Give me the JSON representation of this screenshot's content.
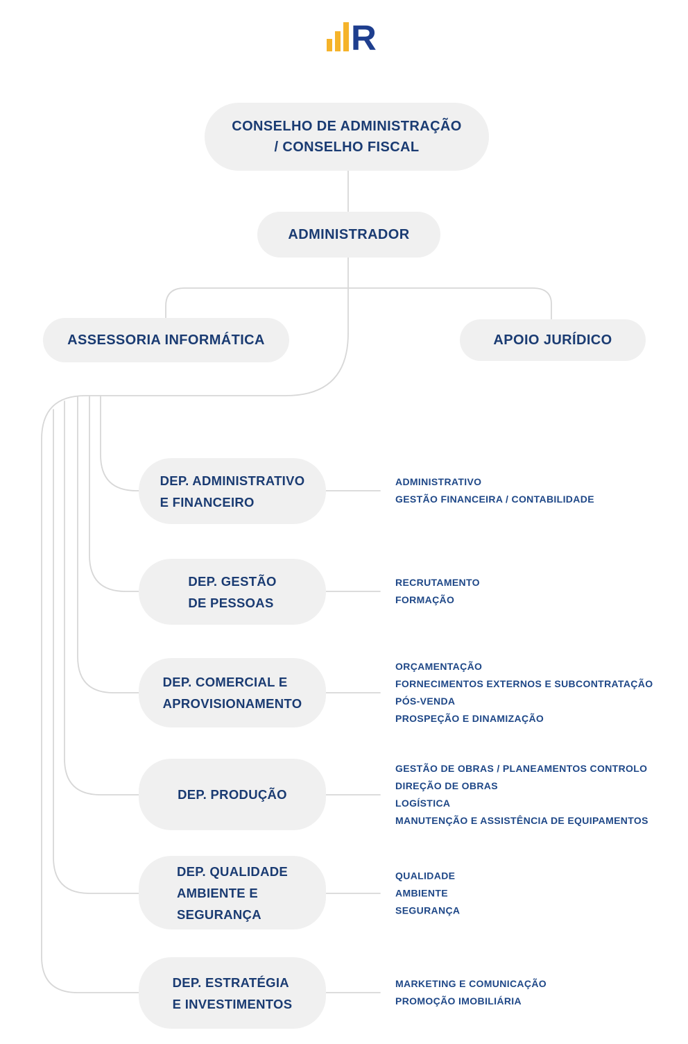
{
  "colors": {
    "box_fill": "#F0F0F0",
    "line_gray": "#D7D7D7",
    "title_navy": "#1A3B72",
    "item_blue": "#1E4787",
    "logo_gold": "#F5B32A",
    "logo_blue": "#1E3E8E"
  },
  "logo": {
    "letter": "R",
    "icon": "bar-chart-logo"
  },
  "nodes": {
    "board": {
      "label": "CONSELHO DE ADMINISTRAÇÃO\n/ CONSELHO FISCAL"
    },
    "administrator": {
      "label": "ADMINISTRADOR"
    },
    "it_advisory": {
      "label": "ASSESSORIA INFORMÁTICA"
    },
    "legal_support": {
      "label": "APOIO JURÍDICO"
    }
  },
  "departments": [
    {
      "title": "DEP. ADMINISTRATIVO\nE FINANCEIRO",
      "items": [
        "ADMINISTRATIVO",
        "GESTÃO FINANCEIRA / CONTABILIDADE"
      ]
    },
    {
      "title": "DEP. GESTÃO\nDE PESSOAS",
      "items": [
        "RECRUTAMENTO",
        "FORMAÇÃO"
      ]
    },
    {
      "title": "DEP. COMERCIAL E\nAPROVISIONAMENTO",
      "items": [
        "ORÇAMENTAÇÃO",
        "FORNECIMENTOS EXTERNOS E SUBCONTRATAÇÃO",
        "PÓS-VENDA",
        "PROSPEÇÃO E DINAMIZAÇÃO"
      ]
    },
    {
      "title": "DEP. PRODUÇÃO",
      "items": [
        "GESTÃO DE OBRAS / PLANEAMENTOS CONTROLO",
        "DIREÇÃO DE OBRAS",
        "LOGÍSTICA",
        "MANUTENÇÃO E ASSISTÊNCIA DE EQUIPAMENTOS"
      ]
    },
    {
      "title": "DEP. QUALIDADE\nAMBIENTE E\nSEGURANÇA",
      "items": [
        "QUALIDADE",
        "AMBIENTE",
        "SEGURANÇA"
      ]
    },
    {
      "title": "DEP. ESTRATÉGIA\nE INVESTIMENTOS",
      "items": [
        "MARKETING E COMUNICAÇÃO",
        "PROMOÇÃO IMOBILIÁRIA"
      ]
    }
  ]
}
